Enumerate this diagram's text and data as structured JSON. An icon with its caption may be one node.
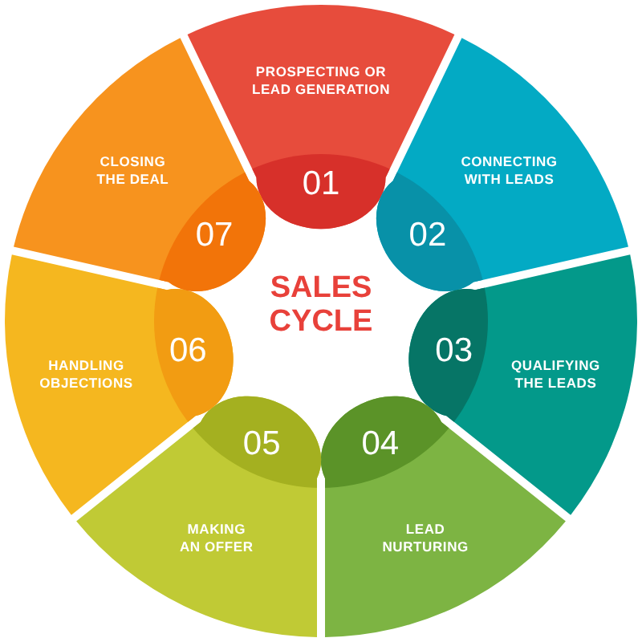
{
  "diagram": {
    "title": "SALES CYCLE",
    "nodes": [
      {
        "text": [
          "PROSPECTING OR LEAD GENERATION",
          "01"
        ]
      },
      {
        "text": [
          "CONNECTING WITH LEADS",
          "02"
        ]
      },
      {
        "text": [
          "03",
          "QUALIFYING THE LEADS"
        ]
      },
      {
        "text": [
          "04",
          "LEAD NURTURING"
        ]
      },
      {
        "text": [
          "05",
          "MAKING AN OFFER"
        ]
      },
      {
        "text": [
          "06",
          "HANDLING OBJECTIONS"
        ]
      },
      {
        "text": [
          "CLOSING THE DEAL",
          "07"
        ]
      }
    ]
  }
}
